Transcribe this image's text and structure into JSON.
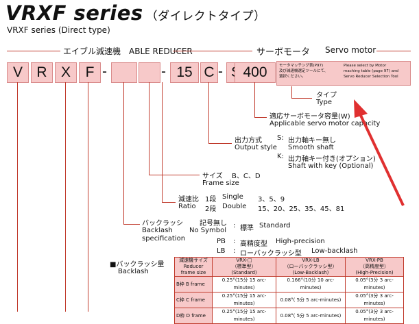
{
  "title": {
    "main": "VRXF series",
    "jp": "（ダイレクトタイプ）",
    "sub": "VRXF series (Direct type)"
  },
  "headers": {
    "reducer": "エイブル減速機　ABLE REDUCER",
    "servo_jp": "サーボモータ",
    "servo_en": "Servo motor"
  },
  "code": {
    "v": "V",
    "r": "R",
    "x": "X",
    "f": "F",
    "n15": "15",
    "c": "C",
    "s": "S",
    "n400": "400",
    "dash": "-"
  },
  "note": {
    "left": [
      "モータマッチング表(P97)",
      "及び減速機選定ツールにて、",
      "選択ください。"
    ],
    "right": [
      "Please select by Motor",
      "maching table (page 97) and",
      "Servo Reducer Selection Tool"
    ]
  },
  "type": {
    "jp": "タイプ",
    "en": "Type"
  },
  "servo_cap": {
    "jp": "適応サーボモータ容量(W)",
    "en": "Applicable servo motor capacity"
  },
  "output": {
    "jp": "出力方式",
    "en": "Output style",
    "s_code": "S:",
    "s_jp": "出力軸キー無し",
    "s_en": "Smooth shaft",
    "k_code": "K:",
    "k_jp": "出力軸キー付き(オプション)",
    "k_en": "Shaft with key (Optional)"
  },
  "size": {
    "jp": "サイズ",
    "values": "B、C、D",
    "en": "Frame size"
  },
  "ratio": {
    "jp": "減速比",
    "en": "Ratio",
    "s1": "1段",
    "s1_en": "Single",
    "s1_values": "3、5、9",
    "s2": "2段",
    "s2_en": "Double",
    "s2_values": "15、20、25、35、45、81"
  },
  "backlash": {
    "jp": "バックラッシ",
    "en1": "Backlash",
    "en2": "specification",
    "nosym_jp": "記号無し",
    "nosym_en": "No Symbol",
    "std_jp": "標準",
    "std_en": "Standard",
    "pb": "PB",
    "pb_jp": "高精度型",
    "pb_en": "High-precision",
    "lb": "LB",
    "lb_jp": "ローバックラッシ型",
    "lb_en": "Low-backlash",
    "colon": ":"
  },
  "backlash_amount": {
    "jp": "■バックラッシ量",
    "en": "Backlash"
  },
  "table": {
    "headers": [
      [
        "減速機サイズ",
        "Reducer",
        "frame size"
      ],
      [
        "VRX-□",
        "（標準型）",
        "(Standard)"
      ],
      [
        "VRX-LB",
        "（ローバックラッシ型）",
        "(Low-Backlash)"
      ],
      [
        "VRX-PB",
        "（高精度型）",
        "(High-Precision)"
      ]
    ],
    "rows": [
      [
        "B枠 B frame",
        "0.25°(15分 15 arc-minutes)",
        "0.166°(10分 10 arc-minutes)",
        "0.05°(3分 3 arc-minutes)"
      ],
      [
        "C枠 C frame",
        "0.25°(15分 15 arc-minutes)",
        "0.08°( 5分 5 arc-minutes)",
        "0.05°(3分 3 arc-minutes)"
      ],
      [
        "D枠 D frame",
        "0.25°(15分 15 arc-minutes)",
        "0.08°( 5分 5 arc-minutes)",
        "0.05°(3分 3 arc-minutes)"
      ]
    ]
  },
  "colors": {
    "accent": "#c0392b",
    "box": "#f7c9c9",
    "arrow": "#e03030"
  }
}
